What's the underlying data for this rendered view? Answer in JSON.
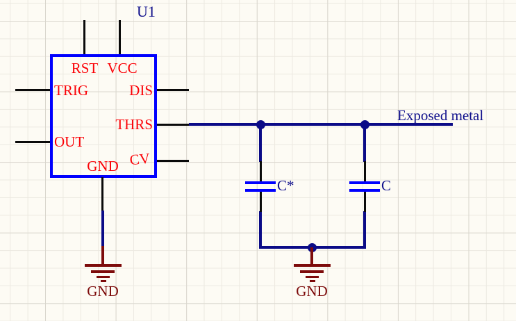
{
  "component": {
    "designator": "U1",
    "pins": [
      {
        "name": "RST",
        "side": "top"
      },
      {
        "name": "VCC",
        "side": "top"
      },
      {
        "name": "TRIG",
        "side": "left"
      },
      {
        "name": "DIS",
        "side": "right"
      },
      {
        "name": "THRS",
        "side": "right"
      },
      {
        "name": "OUT",
        "side": "left"
      },
      {
        "name": "CV",
        "side": "right"
      },
      {
        "name": "GND",
        "side": "bottom"
      }
    ]
  },
  "capacitors": [
    {
      "label": "C*"
    },
    {
      "label": "C"
    }
  ],
  "power_ports": [
    {
      "label": "GND"
    },
    {
      "label": "GND"
    }
  ],
  "net_label": {
    "text": "Exposed metal"
  },
  "colors": {
    "background": "#fdfbf4",
    "grid_minor": "#ece9e1",
    "grid_major": "#d9d6cd",
    "wire": "#0b0b87",
    "pin": "#0a0a0a",
    "component_outline": "#0000fe",
    "pin_name_text": "#fb0207",
    "annotation_text": "#10108c",
    "power_port": "#7d0b0b",
    "capacitor_plate": "#0000fe"
  }
}
